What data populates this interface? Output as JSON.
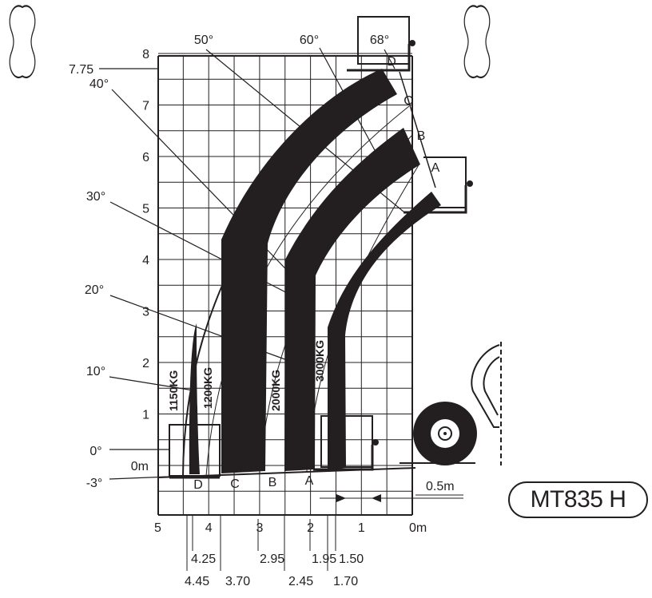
{
  "chart_data": {
    "type": "load-chart",
    "x": {
      "ticks": [
        {
          "value": 5,
          "label": "5"
        },
        {
          "value": 4,
          "label": "4"
        },
        {
          "value": 3,
          "label": "3"
        },
        {
          "value": 2,
          "label": "2"
        },
        {
          "value": 1,
          "label": "1"
        },
        {
          "value": 0,
          "label": "0m"
        }
      ]
    },
    "y": {
      "ticks": [
        {
          "value": 8,
          "label": "8"
        },
        {
          "value": 7,
          "label": "7"
        },
        {
          "value": 6,
          "label": "6"
        },
        {
          "value": 5,
          "label": "5"
        },
        {
          "value": 4,
          "label": "4"
        },
        {
          "value": 3,
          "label": "3"
        },
        {
          "value": 2,
          "label": "2"
        },
        {
          "value": 1,
          "label": "1"
        },
        {
          "value": 0,
          "label": "0m"
        }
      ],
      "max_height_label": "7.75",
      "max_height": 7.75
    },
    "angles": [
      "68°",
      "60°",
      "50°",
      "40°",
      "30°",
      "20°",
      "10°",
      "0°",
      "-3°"
    ],
    "zones": [
      {
        "capacity": "1150KG",
        "reach": 4.45
      },
      {
        "capacity": "1200KG",
        "reach": 3.7
      },
      {
        "capacity": "2000KG",
        "reach": 2.45
      },
      {
        "capacity": "3000KG",
        "reach": 1.7
      }
    ],
    "extension_letters": [
      "A",
      "B",
      "C",
      "D"
    ],
    "reach_marks": [
      {
        "label": "4.25",
        "value": 4.25
      },
      {
        "label": "2.95",
        "value": 2.95
      },
      {
        "label": "1.95",
        "value": 1.95
      },
      {
        "label": "1.50",
        "value": 1.5
      },
      {
        "label": "4.45",
        "value": 4.45
      },
      {
        "label": "3.70",
        "value": 3.7
      },
      {
        "label": "2.45",
        "value": 2.45
      },
      {
        "label": "1.70",
        "value": 1.7
      }
    ],
    "dimension": "0.5m"
  },
  "model": "MT835 H"
}
